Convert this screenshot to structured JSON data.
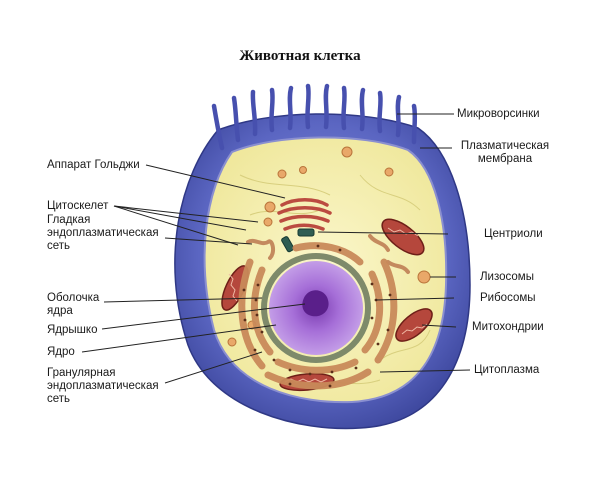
{
  "title": "Животная клетка",
  "labels": {
    "golgi": "Аппарат Гольджи",
    "cytoskeleton": "Цитоскелет",
    "smooth_er_1": "Гладкая",
    "smooth_er_2": "эндоплазматическая",
    "smooth_er_3": "сеть",
    "nuclear_envelope_1": "Оболочка",
    "nuclear_envelope_2": "ядра",
    "nucleolus": "Ядрышко",
    "nucleus": "Ядро",
    "rough_er_1": "Гранулярная",
    "rough_er_2": "эндоплазматическая",
    "rough_er_3": "сеть",
    "microvilli": "Микроворсинки",
    "plasma_membrane_1": "Плазматическая",
    "plasma_membrane_2": "мембрана",
    "centrioles": "Центриоли",
    "lysosomes": "Лизосомы",
    "ribosomes": "Рибосомы",
    "mitochondria": "Митохондрии",
    "cytoplasm": "Цитоплазма"
  },
  "colors": {
    "outer_cell": "#5560b8",
    "outer_cell_light": "#7d86d6",
    "cytoplasm": "#f6f1b4",
    "nucleus": "#9a5fd0",
    "nucleolus": "#5a1f8a",
    "mitochondria": "#b0443a",
    "er": "#c98a5a",
    "golgi": "#c0554a",
    "lysosome": "#e6a66a"
  }
}
